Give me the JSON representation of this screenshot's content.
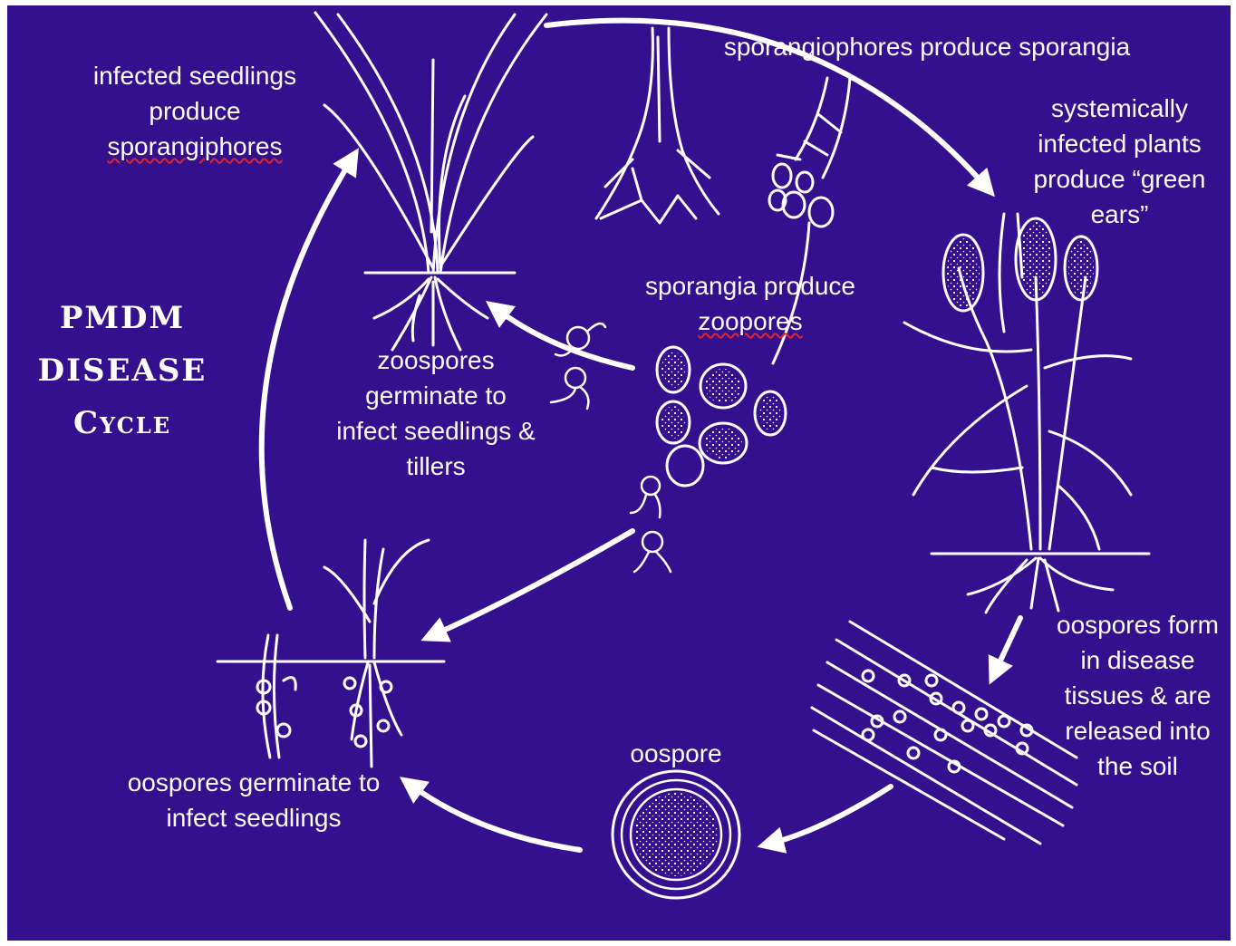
{
  "title": {
    "line1": "PMDM",
    "line2": "DISEASE",
    "line3": "Cycle"
  },
  "labels": {
    "infected_seedlings": [
      "infected seedlings",
      "produce",
      "sporangiphores"
    ],
    "sporangiophores": "sporangiophores produce sporangia",
    "systemically": [
      "systemically",
      "infected plants",
      "produce “green",
      "ears”"
    ],
    "sporangia_zoopores": [
      "sporangia produce",
      "zoopores"
    ],
    "zoospores": [
      "zoospores",
      "germinate to",
      "infect seedlings &",
      "tillers"
    ],
    "oospores_form": [
      "oospores form",
      "in disease",
      "tissues & are",
      "released into",
      "the soil"
    ],
    "oospore": "oospore",
    "oospores_germinate": [
      "oospores germinate  to",
      "infect seedlings"
    ]
  },
  "colors": {
    "background": "#34108f",
    "ink": "#ffffff",
    "spell_underline": "#e0242a"
  }
}
